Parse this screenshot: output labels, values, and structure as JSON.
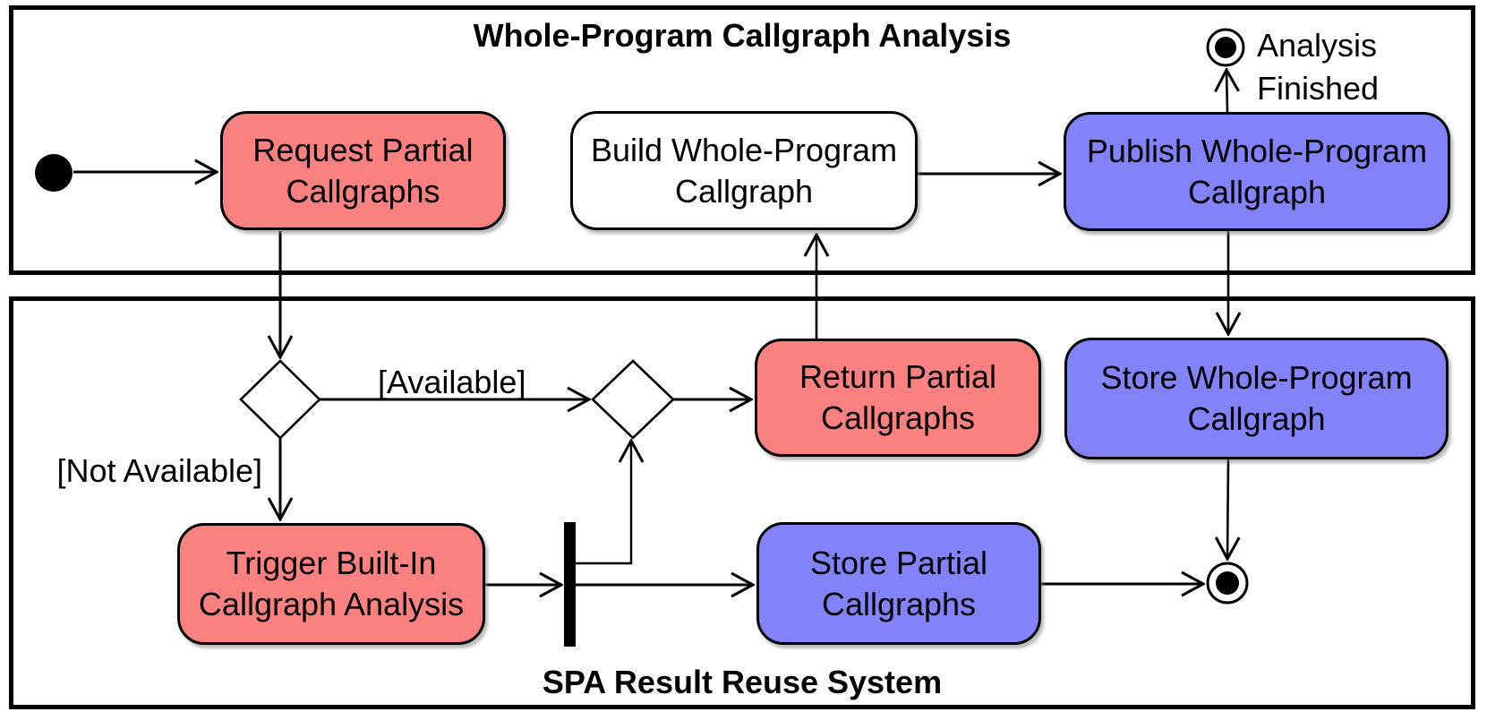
{
  "diagram": {
    "partitions": {
      "top": {
        "title": "Whole-Program Callgraph Analysis"
      },
      "bottom": {
        "title": "SPA Result Reuse System"
      }
    },
    "activities": {
      "request_partial": {
        "label": "Request Partial Callgraphs",
        "fill": "#FB8181"
      },
      "build_whole_program": {
        "label": "Build Whole-Program Callgraph",
        "fill": "#FFFFFF"
      },
      "publish_whole_program": {
        "label": "Publish Whole-Program Callgraph",
        "fill": "#8282FA"
      },
      "return_partial": {
        "label": "Return Partial Callgraphs",
        "fill": "#FB8181"
      },
      "store_whole_program": {
        "label": "Store Whole-Program Callgraph",
        "fill": "#8282FA"
      },
      "trigger_built_in": {
        "label": "Trigger Built-In Callgraph Analysis",
        "fill": "#FB8181"
      },
      "store_partial": {
        "label": "Store Partial Callgraphs",
        "fill": "#8282FA"
      }
    },
    "guards": {
      "available": "[Available]",
      "not_available": "[Not Available]"
    },
    "end_label": "Analysis Finished",
    "colors": {
      "salmon": "#FB8181",
      "violet": "#8282FA",
      "line": "#000000",
      "background": "#FFFFFF"
    }
  }
}
